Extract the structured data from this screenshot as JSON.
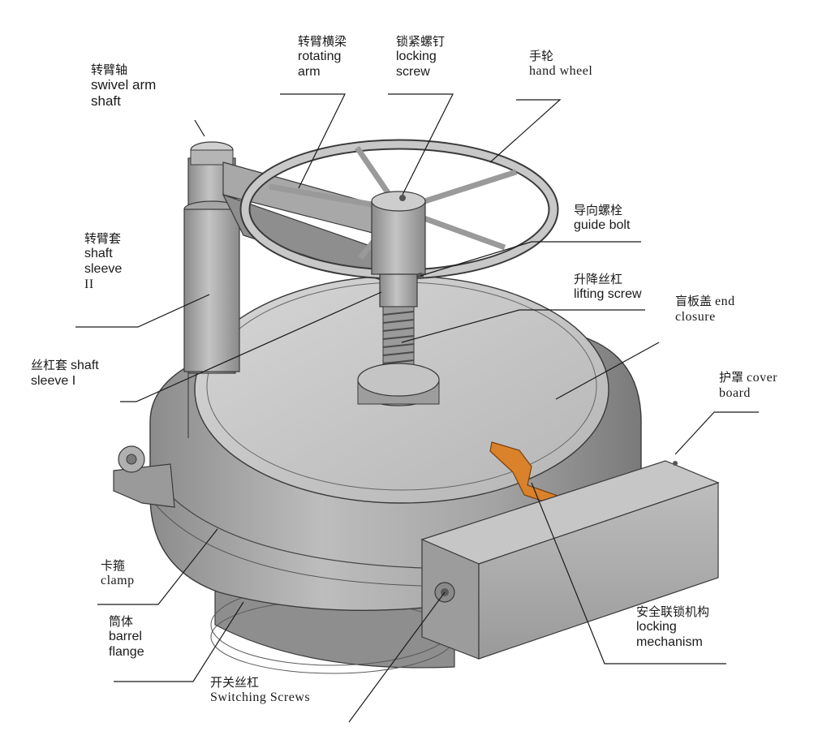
{
  "colors": {
    "metal_light": "#c9c9c9",
    "metal_mid": "#a8a8a8",
    "metal_dark": "#7e7e7e",
    "edge": "#3a3a3a",
    "interlock_orange": "#d9822b",
    "leader_line": "#1a1a1a"
  },
  "labels": {
    "swivel_arm_shaft": {
      "zh": "转臂轴",
      "en_line1": "swivel arm",
      "en_line2": "shaft"
    },
    "rotating_arm": {
      "zh": "转臂横梁",
      "en_line1": "rotating",
      "en_line2": "arm"
    },
    "locking_screw": {
      "zh": "锁紧螺钉",
      "en_line1": "locking",
      "en_line2": "screw"
    },
    "hand_wheel": {
      "zh": "手轮",
      "en": "hand wheel"
    },
    "shaft_sleeve_ii": {
      "zh": "转臂套",
      "en_line1": "shaft",
      "en_line2": "sleeve",
      "en_line3": "II"
    },
    "guide_bolt": {
      "zh": "导向螺栓",
      "en": "guide bolt"
    },
    "lifting_screw": {
      "zh": "升降丝杠",
      "en": "lifting screw"
    },
    "end_closure": {
      "zh": "盲板盖",
      "en_line1": "end",
      "en_line2": "closure"
    },
    "shaft_sleeve_i": {
      "zh": "丝杠套",
      "en_line1": "shaft",
      "en_line2": "sleeve I"
    },
    "cover_board": {
      "zh": "护罩",
      "en_line1": "cover",
      "en_line2": "board"
    },
    "clamp": {
      "zh": "卡箍",
      "en": "clamp"
    },
    "barrel_flange": {
      "zh": "筒体",
      "en_line1": "barrel",
      "en_line2": "flange"
    },
    "locking_mechanism": {
      "zh": "安全联锁机构",
      "en_line1": "locking",
      "en_line2": "mechanism"
    },
    "switching_screws": {
      "zh": "开关丝杠",
      "en": "Switching Screws"
    }
  }
}
